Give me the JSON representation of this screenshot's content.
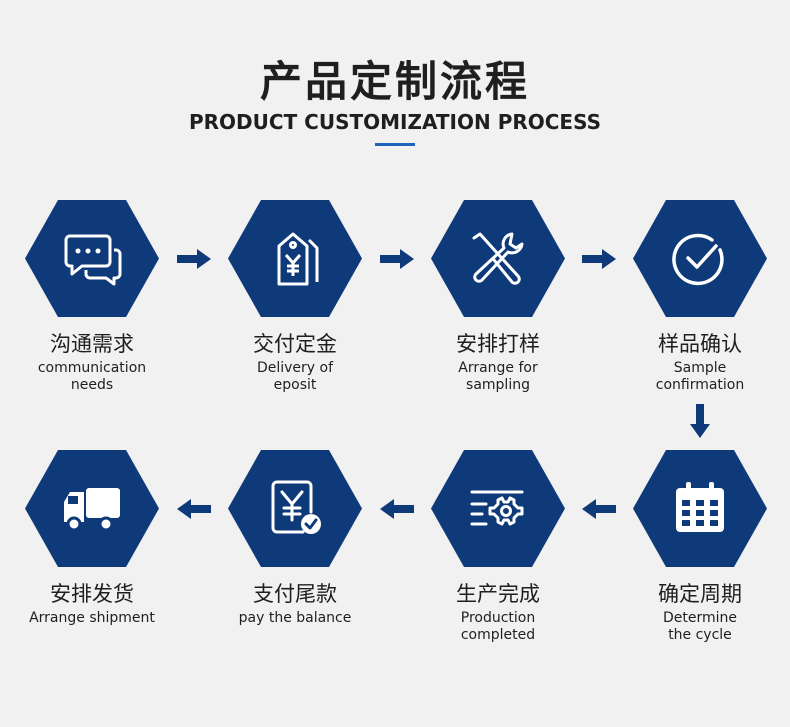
{
  "header": {
    "title_cn": "产品定制流程",
    "title_en": "PRODUCT CUSTOMIZATION PROCESS"
  },
  "colors": {
    "hex_fill": "#0f3a7a",
    "arrow": "#0f3a7a",
    "accent_bar": "#1e63b8",
    "background": "#f1f1f1"
  },
  "steps": [
    {
      "icon": "chat-bubbles-icon",
      "cn": "沟通需求",
      "en_line1": "communication",
      "en_line2": "needs"
    },
    {
      "icon": "price-tag-icon",
      "cn": "交付定金",
      "en_line1": "Delivery of",
      "en_line2": "eposit"
    },
    {
      "icon": "tools-icon",
      "cn": "安排打样",
      "en_line1": "Arrange for",
      "en_line2": "sampling"
    },
    {
      "icon": "check-circle-icon",
      "cn": "样品确认",
      "en_line1": "Sample",
      "en_line2": "confirmation"
    },
    {
      "icon": "calendar-icon",
      "cn": "确定周期",
      "en_line1": "Determine",
      "en_line2": "the cycle"
    },
    {
      "icon": "gear-production-icon",
      "cn": "生产完成",
      "en_line1": "Production",
      "en_line2": "completed"
    },
    {
      "icon": "payment-receipt-icon",
      "cn": "支付尾款",
      "en_line1": "pay the balance",
      "en_line2": ""
    },
    {
      "icon": "delivery-truck-icon",
      "cn": "安排发货",
      "en_line1": "Arrange shipment",
      "en_line2": ""
    }
  ]
}
